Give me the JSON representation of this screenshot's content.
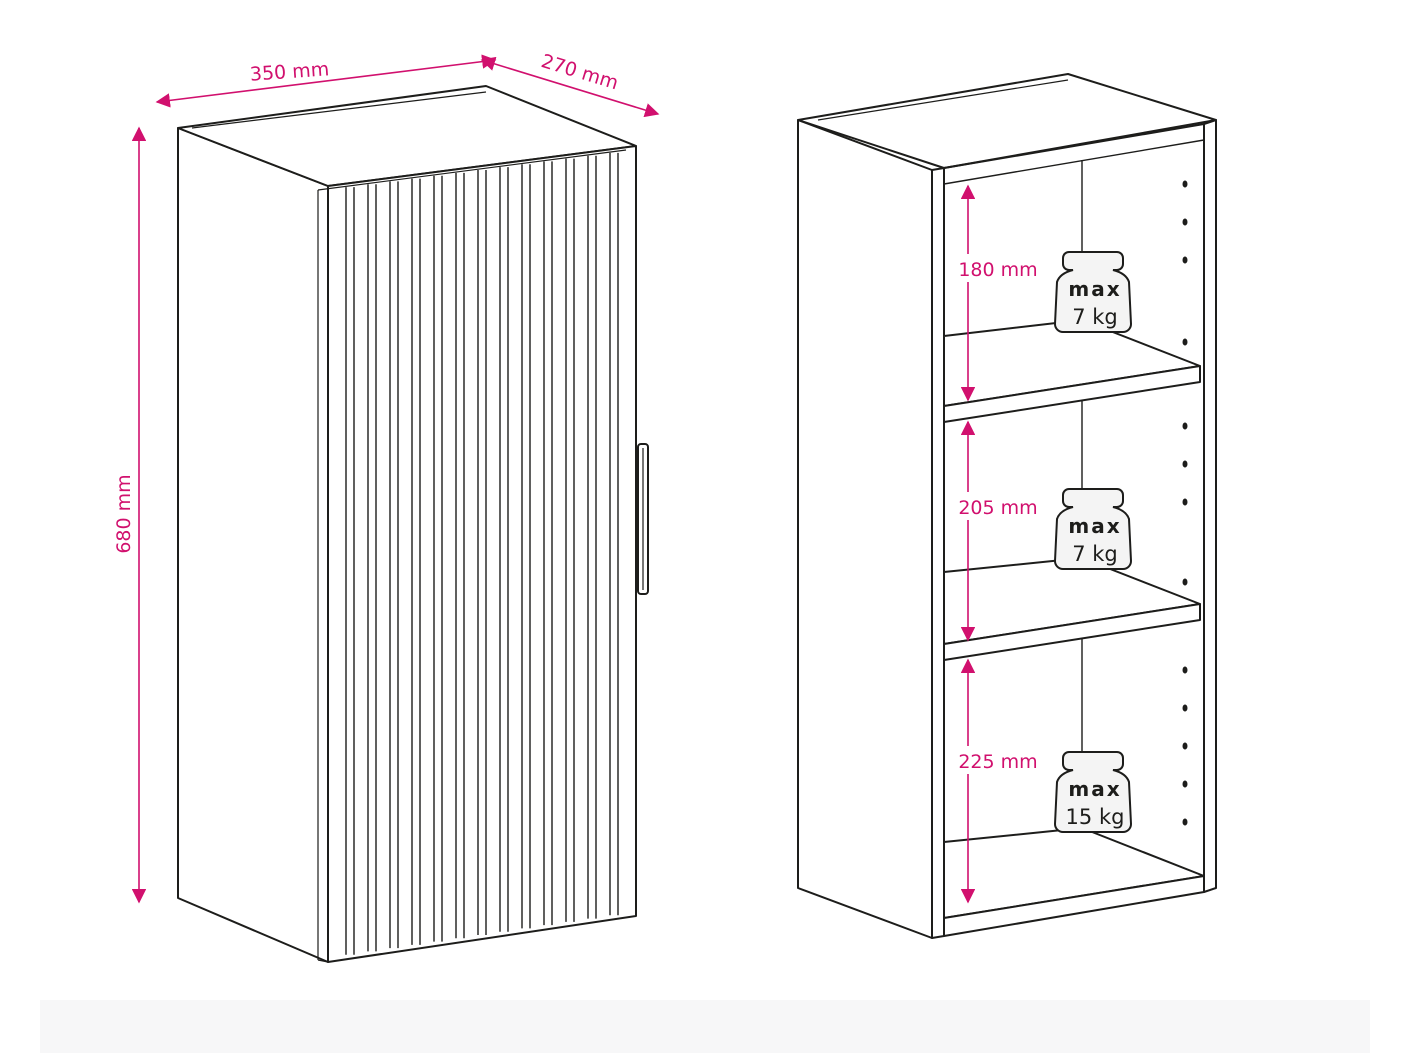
{
  "colors": {
    "dimension": "#d1106e",
    "line": "#1d1d1b",
    "weight_fill": "#f4f4f4"
  },
  "dimensions": {
    "width": "350 mm",
    "depth": "270 mm",
    "height": "680 mm"
  },
  "shelves": [
    {
      "clearance": "180 mm",
      "max_label": "max",
      "load": "7 kg"
    },
    {
      "clearance": "205 mm",
      "max_label": "max",
      "load": "7 kg"
    },
    {
      "clearance": "225 mm",
      "max_label": "max",
      "load": "15 kg"
    }
  ],
  "icons": {
    "weight": "weight-icon",
    "handle": "door-handle"
  }
}
